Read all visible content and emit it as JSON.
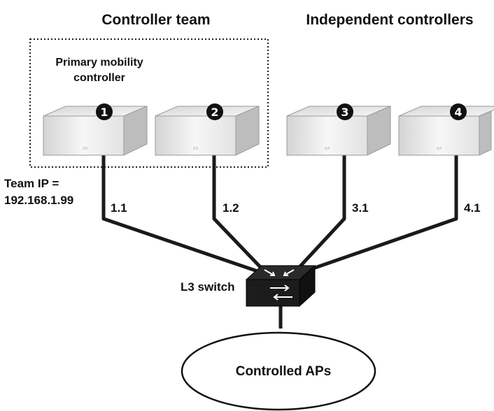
{
  "headers": {
    "controller_team": "Controller team",
    "independent_controllers": "Independent controllers"
  },
  "team_box": {
    "label_line1": "Primary mobility",
    "label_line2": "controller"
  },
  "team_ip": {
    "line1": "Team IP =",
    "line2": "192.168.1.99"
  },
  "controllers": [
    {
      "number": "1",
      "port": "1.1",
      "mark": "3.0"
    },
    {
      "number": "2",
      "port": "1.2",
      "mark": "3.0"
    },
    {
      "number": "3",
      "port": "3.1",
      "mark": "3.0"
    },
    {
      "number": "4",
      "port": "4.1",
      "mark": "3.0"
    }
  ],
  "switch": {
    "label": "L3 switch"
  },
  "ap_cloud": {
    "label": "Controlled APs"
  },
  "colors": {
    "line": "#1a1a1a",
    "device_top": "#e9e9e9",
    "device_front": "#f4f4f4",
    "device_side": "#bdbdbd"
  }
}
